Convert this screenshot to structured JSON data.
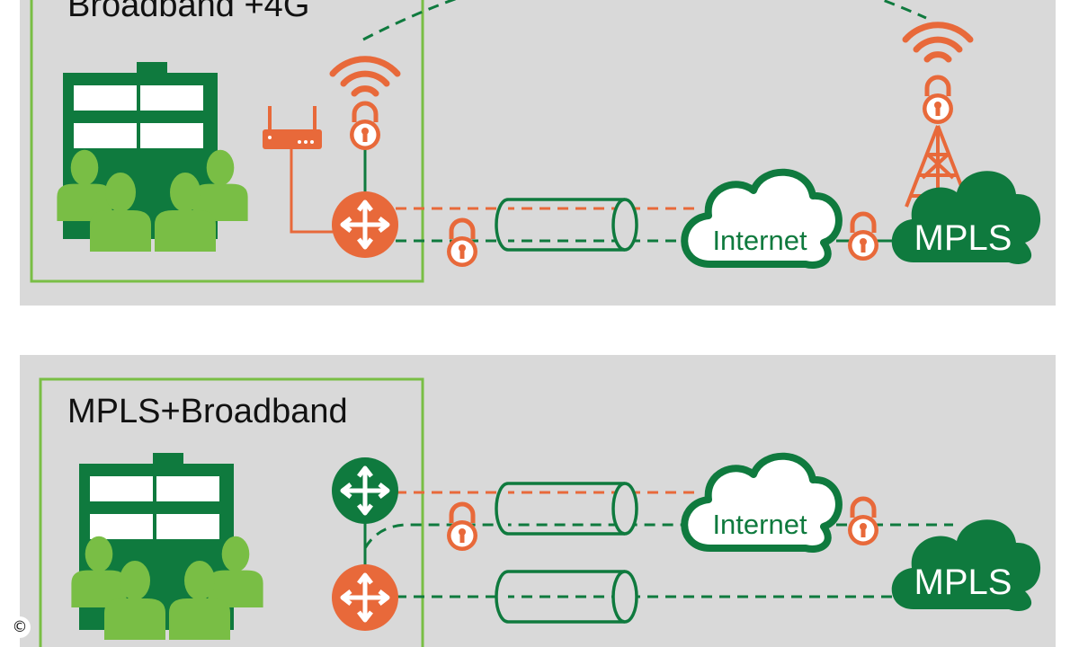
{
  "colors": {
    "panel": "#d9d9d9",
    "green_dark": "#0f7a3e",
    "green_light": "#79be45",
    "orange": "#e8693a",
    "white": "#ffffff"
  },
  "panel_top": {
    "title": "Broadband +4G",
    "cloud_internet": "Internet",
    "cloud_mpls": "MPLS"
  },
  "panel_bottom": {
    "title": "MPLS+Broadband",
    "cloud_internet": "Internet",
    "cloud_mpls": "MPLS"
  },
  "copyright": "©",
  "icons": [
    "office-building-icon",
    "people-group-icon",
    "wifi-signal-icon",
    "padlock-icon",
    "lte-router-icon",
    "router-icon",
    "cell-tower-icon",
    "vpn-tunnel-icon",
    "cloud-icon"
  ]
}
